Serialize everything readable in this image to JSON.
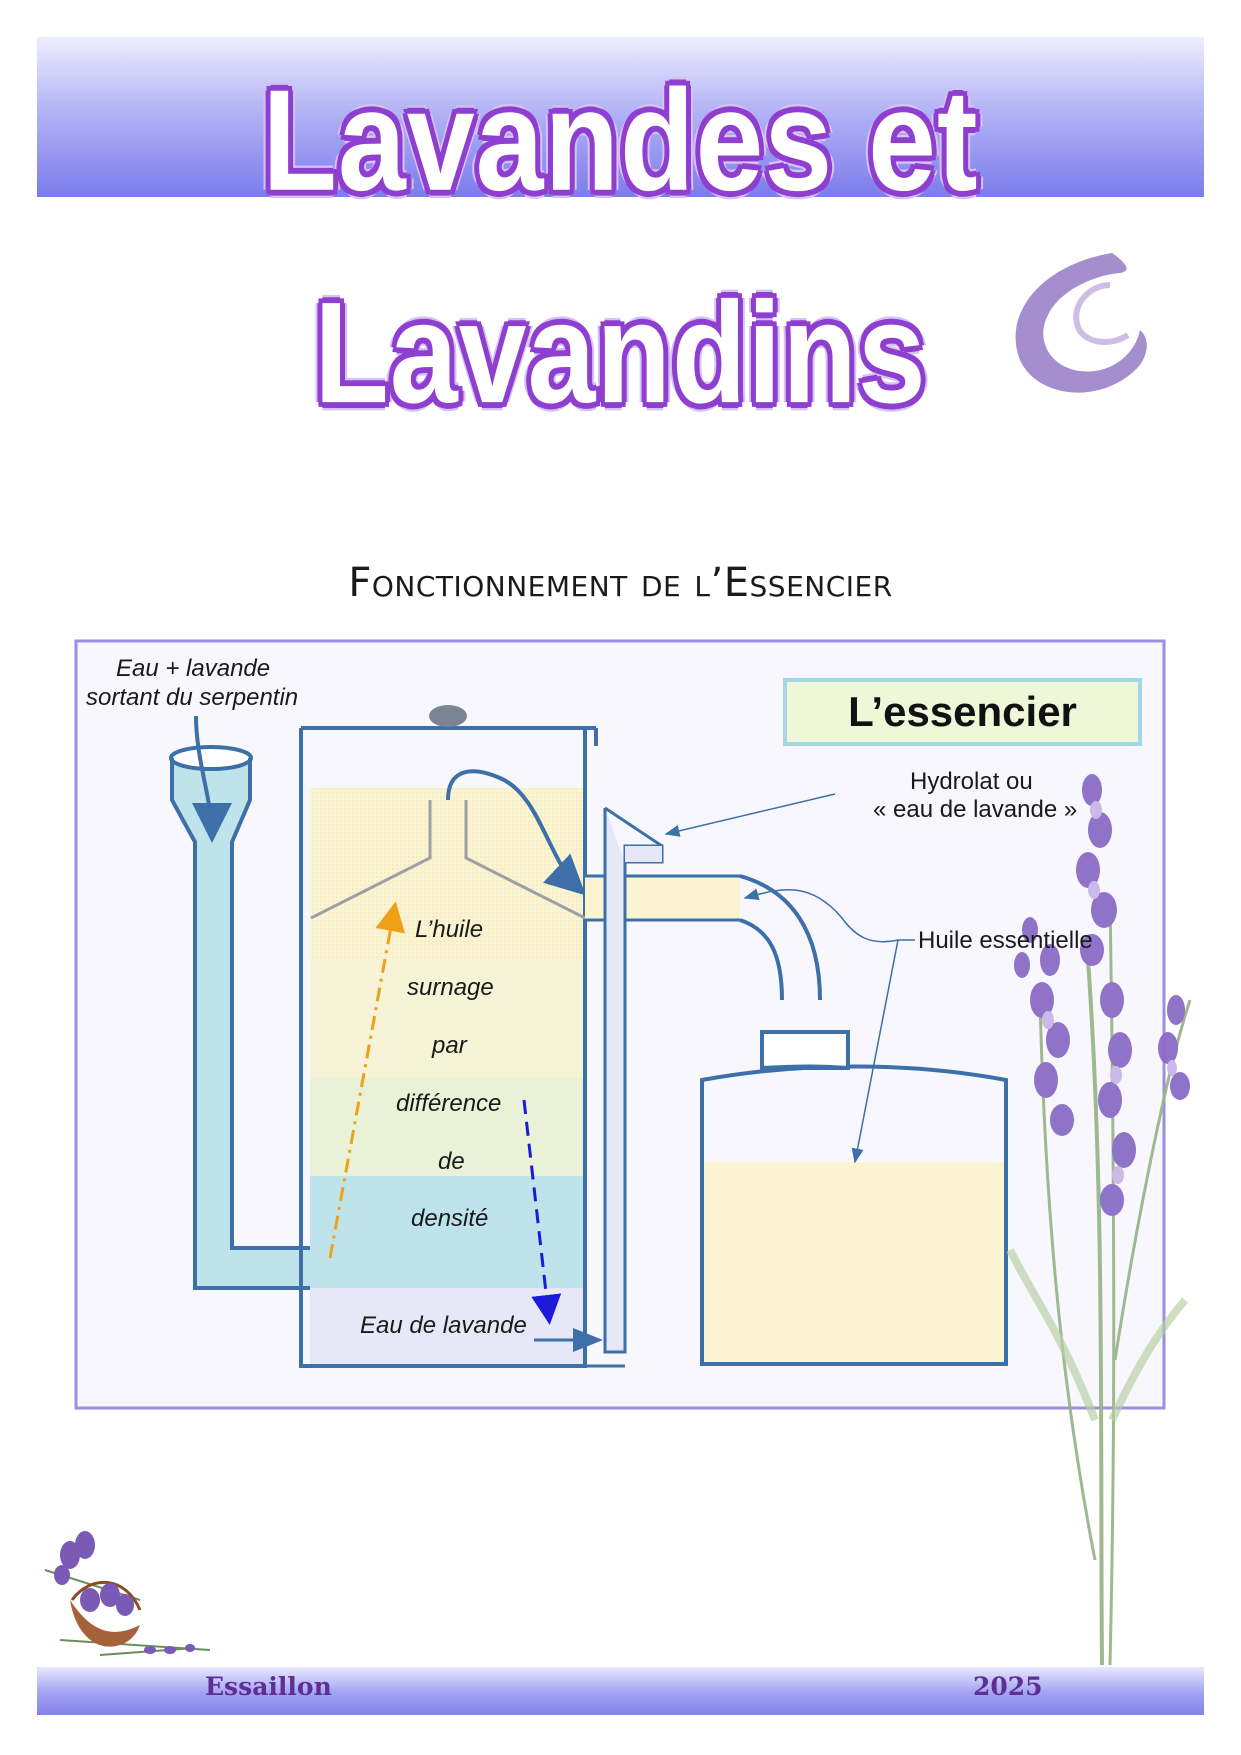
{
  "header": {
    "title": "Lavandes et Lavandins"
  },
  "section": {
    "title": "Fonctionnement de l’Essencier"
  },
  "diagram": {
    "box_title": "L’essencier",
    "inlet_label_line1": "Eau + lavande",
    "inlet_label_line2": "sortant du serpentin",
    "hydrolat_line1": "Hydrolat ou",
    "hydrolat_line2": "« eau de lavande »",
    "oil_label": "Huile essentielle",
    "explain": [
      "L’huile",
      "surnage",
      "par",
      "différence",
      "de",
      "densité"
    ],
    "water_label": "Eau de lavande"
  },
  "footer": {
    "left": "Essaillon",
    "right": "2025"
  },
  "colors": {
    "accent_purple": "#8f3fcf",
    "diagram_border": "#9a8fe0",
    "tube_blue": "#3d6fa8",
    "oil_yellow": "#fbf4d2",
    "water_blue": "#bfe3ea",
    "arrow_orange": "#f0a018",
    "arrow_blue": "#1a1ad8"
  }
}
